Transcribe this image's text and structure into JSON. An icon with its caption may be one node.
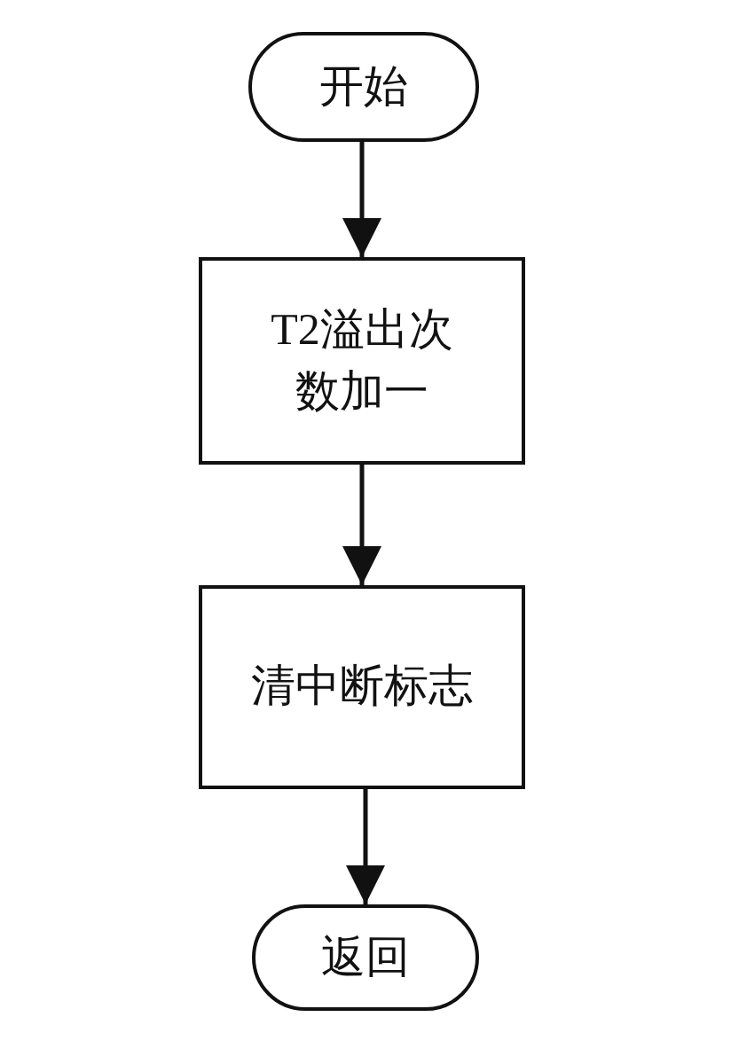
{
  "diagram": {
    "nodes": [
      {
        "text": [
          "开始"
        ]
      },
      {
        "text": [
          "T2溢出次数加一"
        ]
      },
      {
        "text": [
          "清中断标志"
        ]
      },
      {
        "text": [
          "返回"
        ]
      }
    ],
    "edges": [
      {
        "from": 0,
        "to": 1,
        "arrow": "to"
      },
      {
        "from": 1,
        "to": 2,
        "arrow": "to"
      },
      {
        "from": 2,
        "to": 3,
        "arrow": "to"
      }
    ]
  }
}
